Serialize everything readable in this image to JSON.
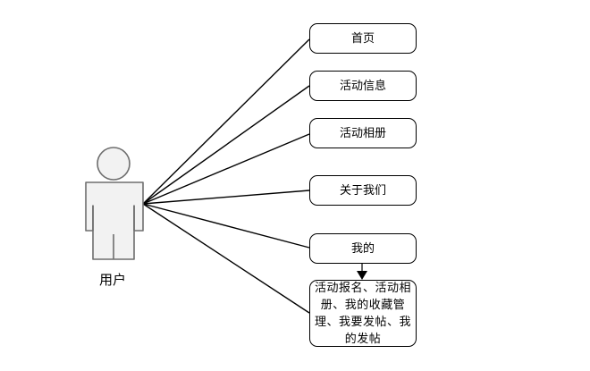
{
  "actor": {
    "label": "用户"
  },
  "nodes": {
    "home": "首页",
    "activity_info": "活动信息",
    "activity_album": "活动相册",
    "about_us": "关于我们",
    "mine": "我的",
    "mine_detail": "活动报名、活动相册、我的收藏管理、我要发帖、我的发帖"
  },
  "colors": {
    "stroke": "#000000",
    "actor_fill": "#f2f2f2",
    "actor_stroke": "#6e6e6e"
  }
}
